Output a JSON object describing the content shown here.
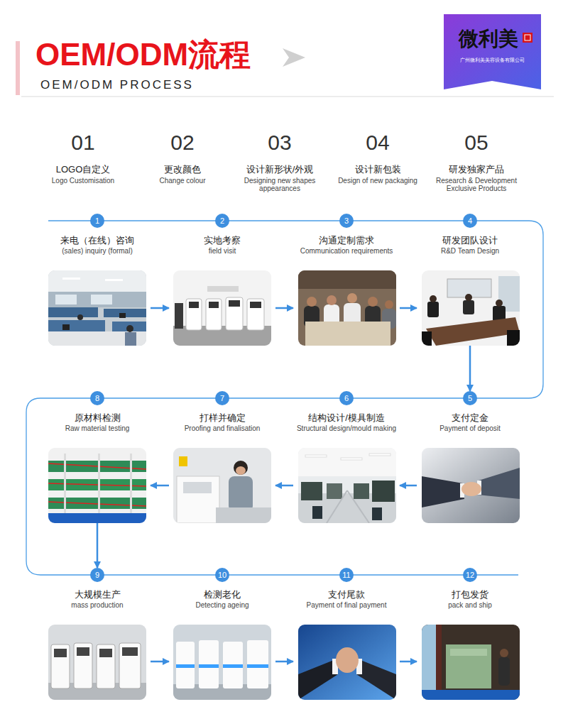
{
  "diagram": {
    "title": "OEM/ODM流程",
    "nodes": [
      {
        "text": [
          "来电（在线）咨询",
          "(sales) inquiry (formal)"
        ]
      },
      {
        "text": [
          "1"
        ],
        "in": 0
      },
      {
        "text": [
          "实地考察",
          "field visit"
        ]
      },
      {
        "text": [
          "2"
        ],
        "in": 2
      },
      {
        "text": [
          "沟通定制需求",
          "Communication requirements"
        ]
      },
      {
        "text": [
          "3"
        ],
        "in": 4
      },
      {
        "text": [
          "研发团队设计",
          "R&D Team Design"
        ]
      },
      {
        "text": [
          "4"
        ],
        "in": 6
      },
      {
        "text": [
          "支付定金",
          "Payment of deposit"
        ]
      },
      {
        "text": [
          "5"
        ],
        "in": 8
      },
      {
        "text": [
          "结构设计/模具制造",
          "Structural design/mould making"
        ]
      },
      {
        "text": [
          "6"
        ],
        "in": 10
      },
      {
        "text": [
          "打样并确定",
          "Proofing and finalisation"
        ]
      },
      {
        "text": [
          "7"
        ],
        "in": 12
      },
      {
        "text": [
          "原材料检测",
          "Raw material testing"
        ]
      },
      {
        "text": [
          "8"
        ],
        "in": 14
      },
      {
        "text": [
          "大规模生产",
          "mass production"
        ]
      },
      {
        "text": [
          "9"
        ],
        "in": 16
      },
      {
        "text": [
          "检测老化",
          "Detecting ageing"
        ]
      },
      {
        "text": [
          "10"
        ],
        "in": 18
      },
      {
        "text": [
          "支付尾款",
          "Payment of final payment"
        ]
      },
      {
        "text": [
          "11"
        ],
        "in": 20
      },
      {
        "text": [
          "打包发货",
          "pack and ship"
        ]
      },
      {
        "text": [
          "12"
        ],
        "in": 22
      }
    ],
    "edges": [
      {
        "from": 0,
        "to": 2,
        "arrow": "to"
      },
      {
        "from": 2,
        "to": 4,
        "arrow": "to"
      },
      {
        "from": 4,
        "to": 6,
        "arrow": "to"
      },
      {
        "from": 6,
        "to": 8,
        "arrow": "to"
      },
      {
        "from": 8,
        "to": 10,
        "arrow": "to"
      },
      {
        "from": 10,
        "to": 12,
        "arrow": "to"
      },
      {
        "from": 12,
        "to": 14,
        "arrow": "to"
      },
      {
        "from": 14,
        "to": 16,
        "arrow": "to"
      },
      {
        "from": 16,
        "to": 18,
        "arrow": "to"
      },
      {
        "from": 18,
        "to": 20,
        "arrow": "to"
      },
      {
        "from": 20,
        "to": 22,
        "arrow": "to"
      }
    ],
    "labels": [
      "OEM/ODM PROCESS",
      "微利美",
      "广州微利美美容设备有限公司",
      "01",
      "LOGO自定义",
      "Logo Customisation",
      "02",
      "更改颜色",
      "Change colour",
      "03",
      "设计新形状/外观",
      "Designing new shapes appearances",
      "04",
      "设计新包装",
      "Design of new packaging",
      "05",
      "研发独家产品",
      "Research & Development Exclusive Products"
    ]
  }
}
